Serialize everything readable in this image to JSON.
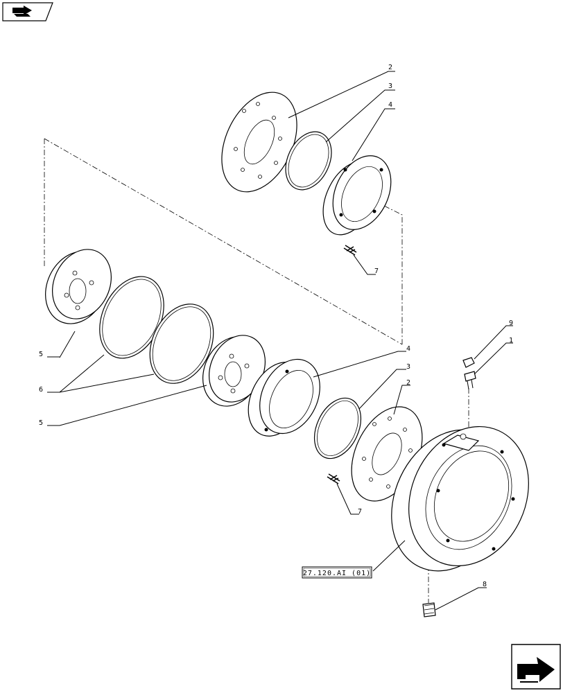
{
  "nav": {
    "prev_icon": "book-arrow-icon",
    "next_icon": "forward-arrow-icon"
  },
  "callouts": {
    "c1": "1",
    "c2_top": "2",
    "c3_top": "3",
    "c4_top": "4",
    "c5_left": "5",
    "c6": "6",
    "c5_mid": "5",
    "c7_top": "7",
    "c4_mid": "4",
    "c3_mid": "3",
    "c2_mid": "2",
    "c7_bottom": "7",
    "c8": "8",
    "c9": "9"
  },
  "reference": {
    "label": "27.120.AI (01)"
  }
}
